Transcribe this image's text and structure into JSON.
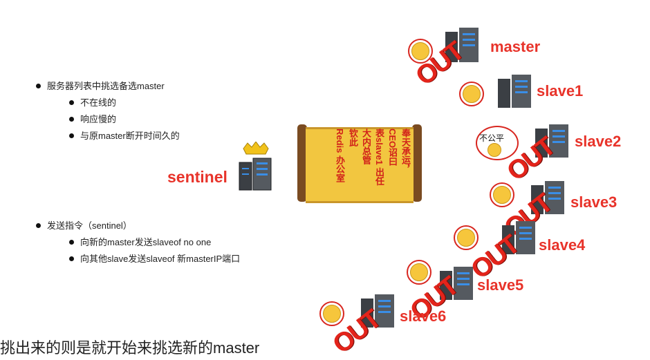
{
  "criteria": {
    "heading": "服务器列表中挑选备选master",
    "items": [
      "不在线的",
      "响应慢的",
      "与原master断开时间久的"
    ]
  },
  "commands": {
    "heading": "发送指令（sentinel）",
    "items": [
      "向新的master发送slaveof no one",
      "向其他slave发送slaveof 新masterIP端口"
    ]
  },
  "sentinel_label": "sentinel",
  "scroll": {
    "lines": [
      "奉天承运，",
      "CEO诏曰",
      "表slave1 出任",
      "大内总管",
      "钦此",
      "Redis 办公室"
    ]
  },
  "bubble_text": "不公平",
  "out_text": "OUT",
  "servers": [
    "master",
    "slave1",
    "slave2",
    "slave3",
    "slave4",
    "slave5",
    "slave6"
  ],
  "caption": "挑出来的则是就开始来挑选新的master"
}
